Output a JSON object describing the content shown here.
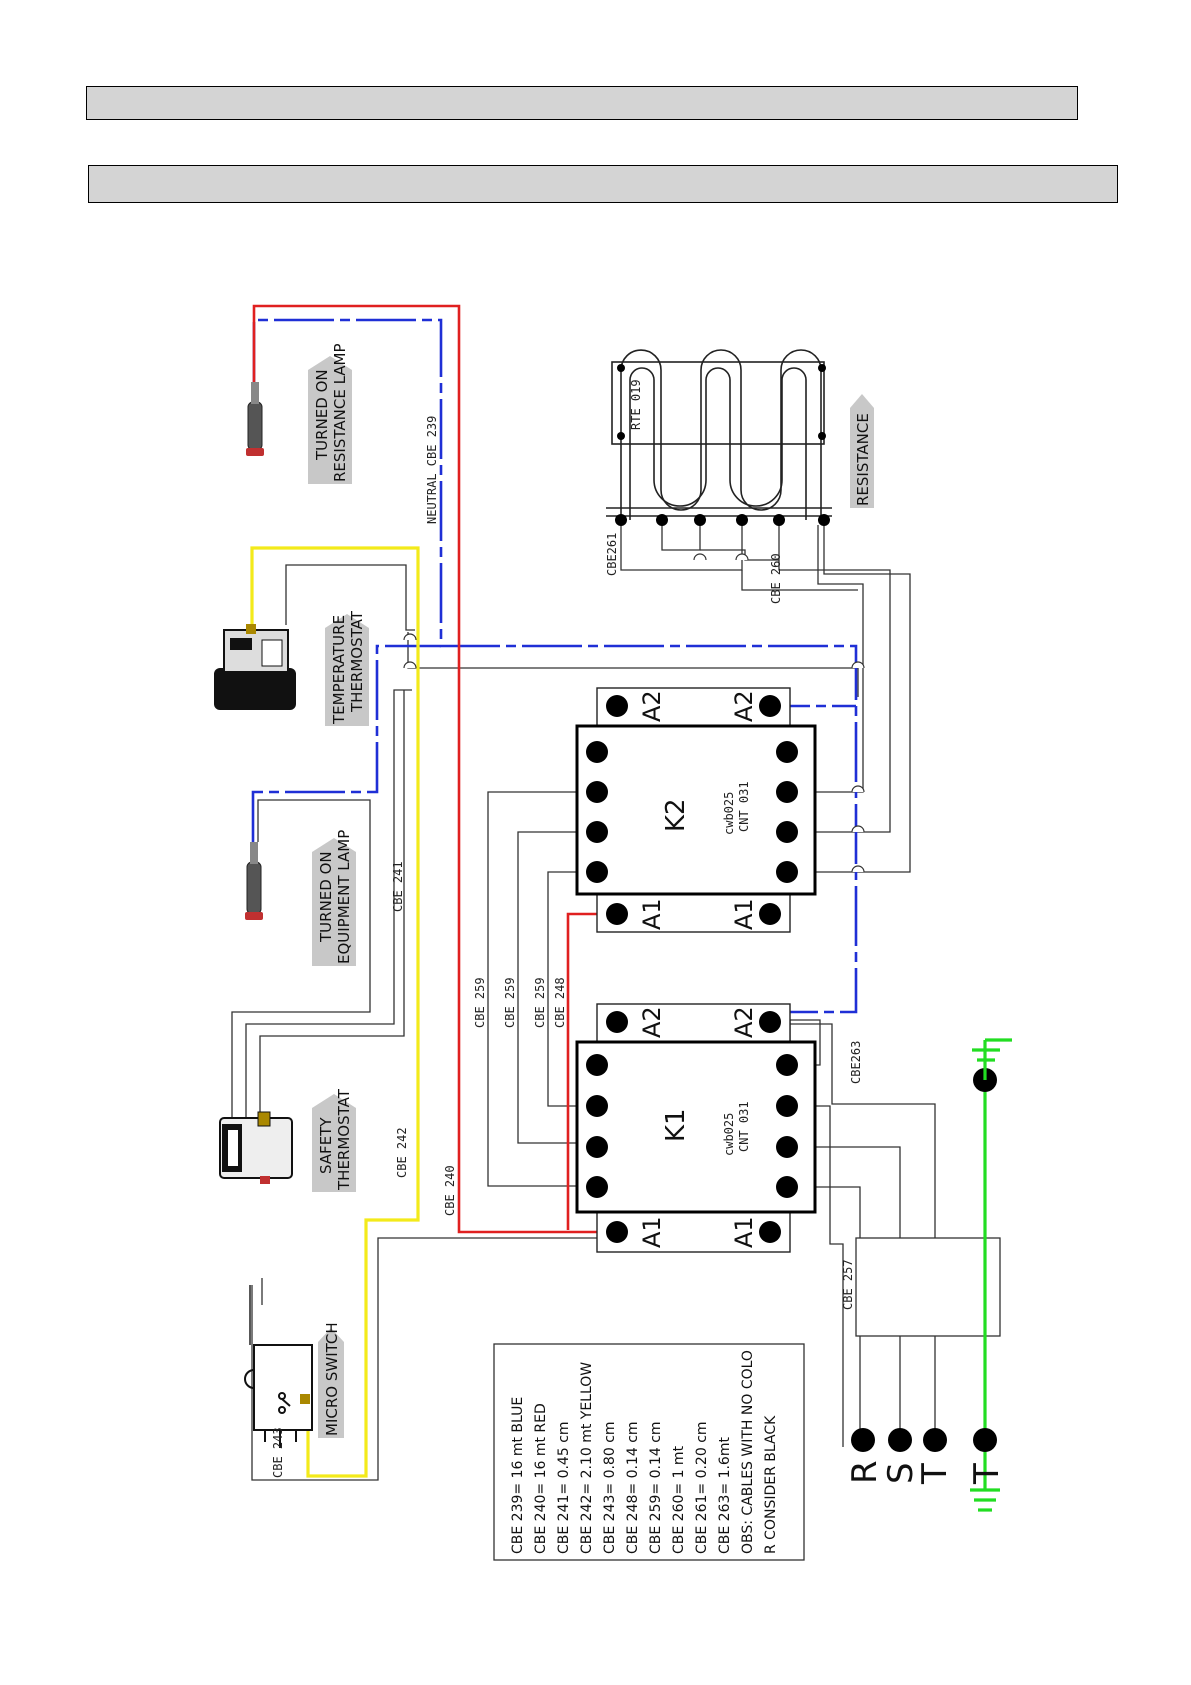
{
  "header": {
    "bar1_text": "",
    "bar2_text": ""
  },
  "components": {
    "resistance_lamp": [
      "TURNED ON",
      "RESISTANCE LAMP"
    ],
    "temp_thermostat": [
      "TEMPERATURE",
      "THERMOSTAT"
    ],
    "equipment_lamp": [
      "TURNED ON",
      "EQUIPMENT LAMP"
    ],
    "safety_thermostat": [
      "SAFETY",
      "THERMOSTAT"
    ],
    "micro_switch": "MICRO SWITCH",
    "resistance": "RESISTANCE",
    "resistance_code": "RTE 019"
  },
  "contactors": {
    "k2": {
      "name": "K2",
      "code1": "cwb025",
      "code2": "CNT 031"
    },
    "k1": {
      "name": "K1",
      "code1": "cwb025",
      "code2": "CNT 031"
    },
    "terminals": {
      "a1": "A1",
      "a2": "A2"
    }
  },
  "cables": {
    "neutral": "NEUTRAL CBE 239",
    "cbe241": "CBE 241",
    "cbe242": "CBE 242",
    "cbe240": "CBE 240",
    "cbe243": "CBE 243",
    "cbe259a": "CBE 259",
    "cbe259b": "CBE 259",
    "cbe259c": "CBE 259",
    "cbe248": "CBE 248",
    "cbe261": "CBE261",
    "cbe260": "CBE 260",
    "cbe263": "CBE263",
    "cbe257": "CBE 257"
  },
  "power": {
    "r": "R",
    "s": "S",
    "t": "T",
    "ground": "T"
  },
  "legend": [
    "CBE 239= 16 mt BLUE",
    "CBE 240= 16 mt RED",
    "CBE 241= 0.45 cm",
    "CBE 242= 2.10 mt YELLOW",
    "CBE 243= 0.80 cm",
    "CBE 248= 0.14 cm",
    "CBE 259= 0.14 cm",
    "CBE 260= 1 mt",
    "CBE 261= 0.20 cm",
    "CBE 263= 1.6mt",
    "OBS: CABLES WITH NO COLO",
    "R CONSIDER BLACK"
  ],
  "colors": {
    "blue_wire": "#1f2fd6",
    "red_wire": "#e02020",
    "yellow_wire": "#f3ea1a",
    "ground_wire": "#22dd22",
    "black_wire": "#333333",
    "label_tag": "#c8c8c8",
    "header_fill": "#d4d4d4"
  }
}
